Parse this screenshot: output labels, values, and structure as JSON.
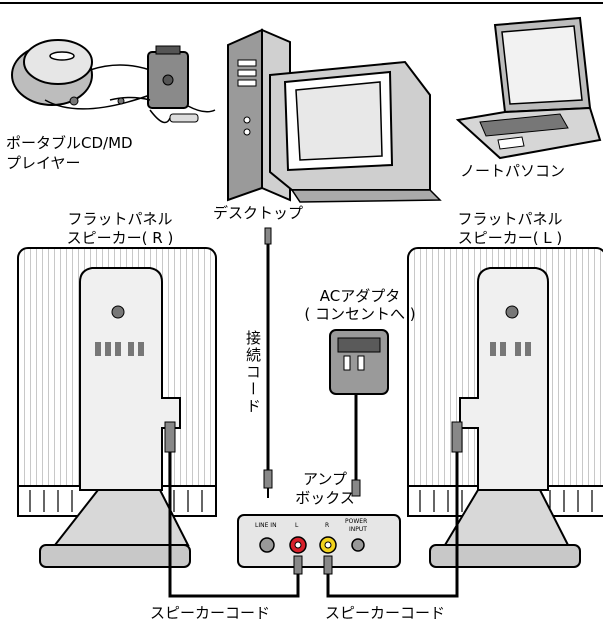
{
  "labels": {
    "portable_line1": "ポータブルCD/MD",
    "portable_line2": "プレイヤー",
    "desktop": "デスクトップ",
    "notebook": "ノートパソコン",
    "panel_r_line1": "フラットパネル",
    "panel_r_line2": "スピーカー( R )",
    "panel_l_line1": "フラットパネル",
    "panel_l_line2": "スピーカー( L )",
    "adapter_line1": "ACアダプタ",
    "adapter_line2": "( コンセントへ )",
    "connect_cord": "接続コード",
    "amp_line1": "アンプ",
    "amp_line2": "ボックス",
    "speaker_cord_left": "スピーカーコード",
    "speaker_cord_right": "スピーカーコード"
  },
  "ampbox": {
    "line_in": "LINE IN",
    "l": "L",
    "r": "R",
    "power_line1": "POWER",
    "power_line2": "INPUT"
  },
  "colors": {
    "jack_red": "#d8202a",
    "jack_yellow": "#f2d21c"
  }
}
